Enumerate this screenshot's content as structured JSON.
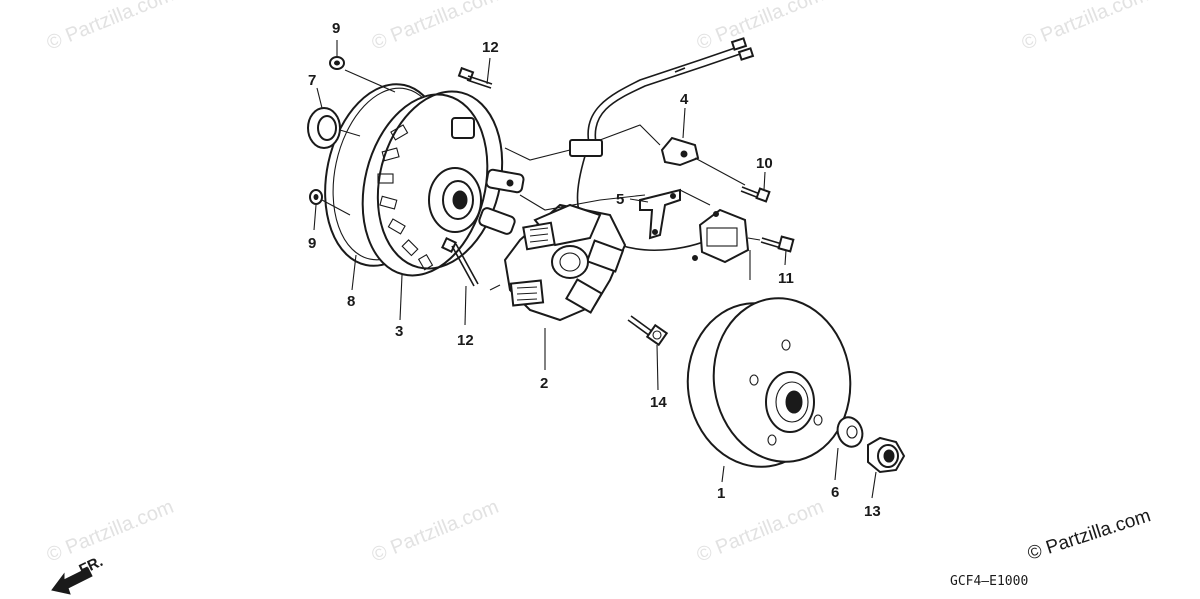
{
  "watermark": {
    "text": "© Partzilla.com",
    "corner_text": "© Partzilla.com"
  },
  "drawing_code": "GCF4–E1000",
  "direction_label": "FR.",
  "callouts": [
    {
      "id": "p9a",
      "number": "9"
    },
    {
      "id": "p7",
      "number": "7"
    },
    {
      "id": "p12a",
      "number": "12"
    },
    {
      "id": "p4",
      "number": "4"
    },
    {
      "id": "p10",
      "number": "10"
    },
    {
      "id": "p5",
      "number": "5"
    },
    {
      "id": "p9b",
      "number": "9"
    },
    {
      "id": "p11",
      "number": "11"
    },
    {
      "id": "p8",
      "number": "8"
    },
    {
      "id": "p3",
      "number": "3"
    },
    {
      "id": "p12b",
      "number": "12"
    },
    {
      "id": "p2",
      "number": "2"
    },
    {
      "id": "p14",
      "number": "14"
    },
    {
      "id": "p1",
      "number": "1"
    },
    {
      "id": "p6",
      "number": "6"
    },
    {
      "id": "p13",
      "number": "13"
    }
  ],
  "colors": {
    "ink": "#1a1a1a",
    "watermark": "#e2e2e2",
    "background": "#ffffff"
  }
}
